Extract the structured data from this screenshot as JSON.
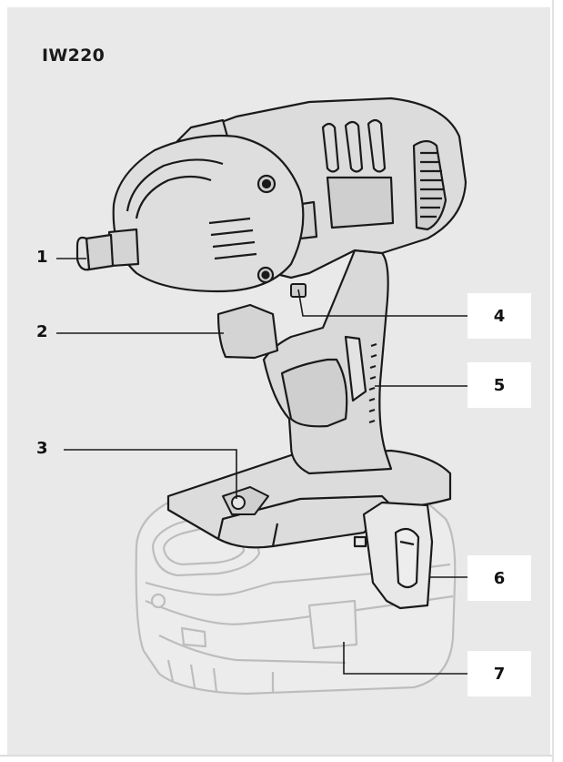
{
  "model": "IW220",
  "callouts": {
    "c1": "1",
    "c2": "2",
    "c3": "3",
    "c4": "4",
    "c5": "5",
    "c6": "6",
    "c7": "7"
  },
  "colors": {
    "panel": "#e9e9e9",
    "tool_body": "#d9d9d9",
    "tool_outline": "#1a1a1a",
    "battery_outline": "#bdbdbd",
    "label_box": "#ffffff"
  }
}
